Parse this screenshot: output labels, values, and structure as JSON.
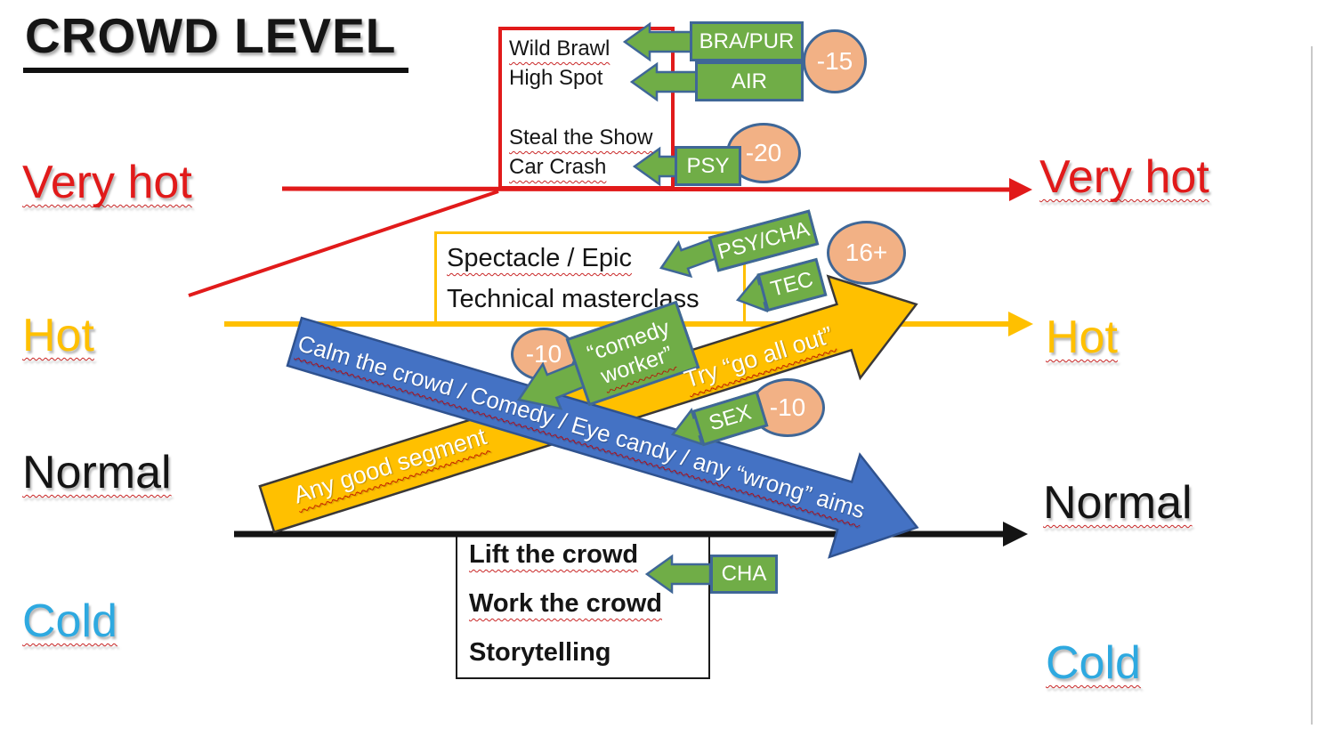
{
  "title": "CROWD LEVEL",
  "levels": {
    "very_hot": "Very hot",
    "hot": "Hot",
    "normal": "Normal",
    "cold": "Cold"
  },
  "very_hot_zone": {
    "box_lines": [
      "Wild Brawl",
      "High Spot",
      "Steal the Show",
      "Car Crash"
    ],
    "tags": {
      "bra_pur": "BRA/PUR",
      "air": "AIR",
      "psy": "PSY"
    },
    "badges": {
      "minus15": "-15",
      "minus20": "-20"
    }
  },
  "hot_zone": {
    "box_lines": [
      "Spectacle / Epic",
      "Technical masterclass"
    ],
    "tags": {
      "psy_cha": "PSY/CHA",
      "tec": "TEC"
    },
    "badges": {
      "age16": "16+"
    }
  },
  "cold_zone": {
    "box_lines": [
      "Lift the crowd",
      "Work the crowd",
      "Storytelling"
    ],
    "tags": {
      "cha": "CHA"
    }
  },
  "arrows": {
    "up": {
      "label": "Any good segment",
      "note": "Try “go all out”"
    },
    "down": {
      "label": "Calm the crowd / Comedy / Eye candy / any “wrong” aims"
    },
    "comedy_worker": {
      "line1": "“comedy",
      "line2": "worker”",
      "badge": "-10"
    },
    "sex": {
      "tag": "SEX",
      "badge": "-10"
    }
  },
  "colors": {
    "red": "#e11a1a",
    "gold": "#ffc000",
    "black": "#141414",
    "cold_blue": "#2ea9e0",
    "arrow_blue": "#4472c4",
    "tag_green": "#70ad47",
    "badge_orange": "#f2b185",
    "outline_navy": "#3f6797"
  }
}
